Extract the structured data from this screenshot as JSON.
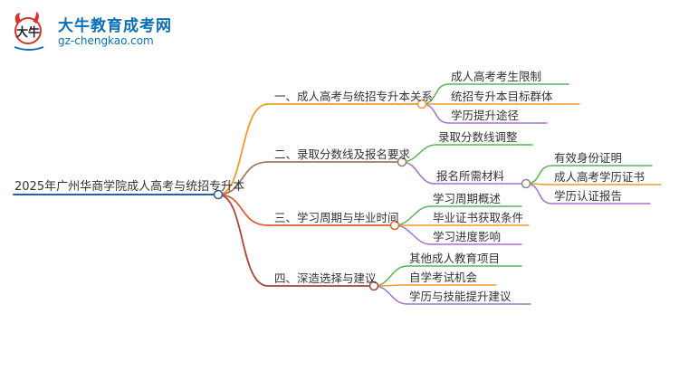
{
  "logo": {
    "title": "大牛教育成考网",
    "url": "gz-chengkao.com",
    "mark_text": "大牛"
  },
  "colors": {
    "root_line": "#2b5f9e",
    "branch1": "#f29a2e",
    "branch2": "#a07c63",
    "branch3": "#d9602f",
    "branch4": "#a74536",
    "leaf_green": "#5bb35a",
    "leaf_purple": "#a473c9",
    "logo_blue": "#0d6fb5",
    "logo_red": "#d8342c"
  },
  "mindmap": {
    "root": "2025年广州华商学院成人高考与统招专升本",
    "branches": [
      {
        "label": "一、成人高考与统招专升本关系",
        "children": [
          {
            "label": "成人高考考生限制"
          },
          {
            "label": "统招专升本目标群体"
          },
          {
            "label": "学历提升途径"
          }
        ]
      },
      {
        "label": "二、录取分数线及报名要求",
        "children": [
          {
            "label": "录取分数线调整"
          },
          {
            "label": "报名所需材料",
            "children": [
              {
                "label": "有效身份证明"
              },
              {
                "label": "成人高考学历证书"
              },
              {
                "label": "学历认证报告"
              }
            ]
          }
        ]
      },
      {
        "label": "三、学习周期与毕业时间",
        "children": [
          {
            "label": "学习周期概述"
          },
          {
            "label": "毕业证书获取条件"
          },
          {
            "label": "学习进度影响"
          }
        ]
      },
      {
        "label": "四、深造选择与建议",
        "children": [
          {
            "label": "其他成人教育项目"
          },
          {
            "label": "自学考试机会"
          },
          {
            "label": "学历与技能提升建议"
          }
        ]
      }
    ]
  }
}
